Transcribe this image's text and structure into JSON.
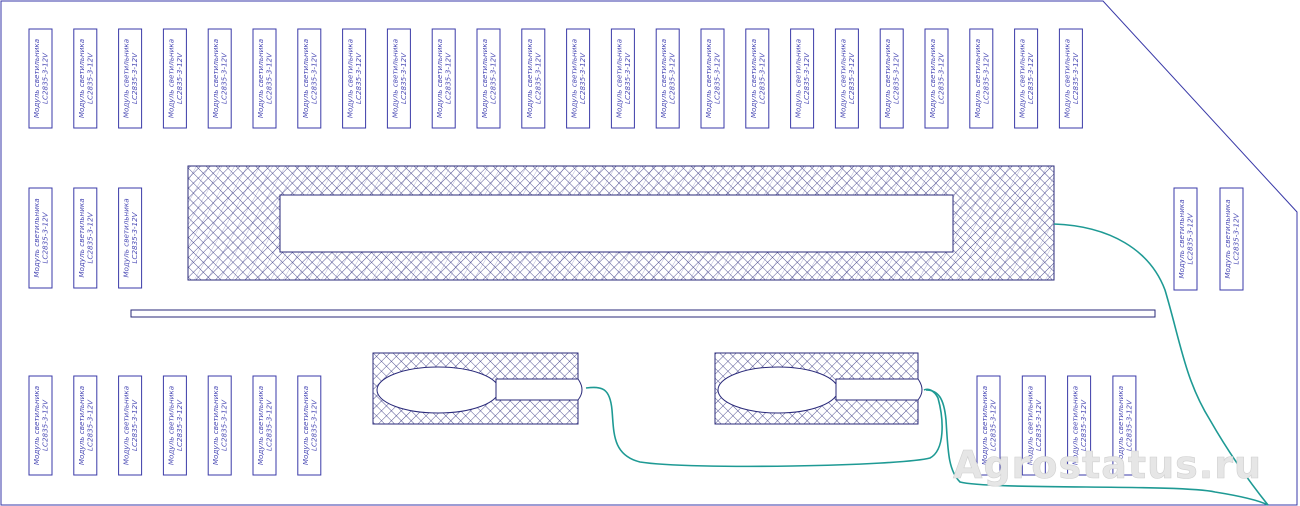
{
  "module": {
    "line1": "Модуль светильника",
    "line2": "LC2835-3-12V"
  },
  "watermark": "Agrostatus.ru",
  "colors": {
    "outline": "#3a3aa8",
    "label": "#4b4bb5",
    "hatch": "#2a2a7a",
    "cable": "#1e9a94"
  },
  "groups": [
    {
      "name": "top-row",
      "count": 24
    },
    {
      "name": "middle-left",
      "count": 3
    },
    {
      "name": "middle-right",
      "count": 2
    },
    {
      "name": "bottom-left",
      "count": 7
    },
    {
      "name": "bottom-right",
      "count": 4
    }
  ]
}
